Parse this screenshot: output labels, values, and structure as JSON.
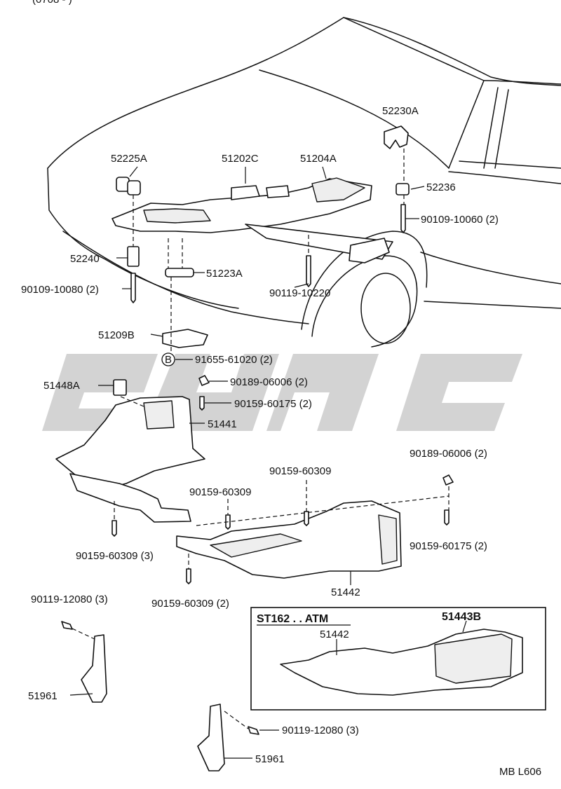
{
  "diagram": {
    "header_fragment": "(0708 -      )",
    "drawing_code": "MB L606",
    "inset_title": "ST162 . . ATM",
    "callout_symbol": "B",
    "labels": {
      "p52230A": "52230A",
      "p52225A": "52225A",
      "p51202C": "51202C",
      "p51204A": "51204A",
      "p52236": "52236",
      "p90109_10060": "90109-10060 (2)",
      "p52240": "52240",
      "p51223A": "51223A",
      "p90109_10080": "90109-10080 (2)",
      "p90119_10220": "90119-10220",
      "p51209B": "51209B",
      "p91655_61020": "91655-61020 (2)",
      "p51448A": "51448A",
      "p90189_06006a": "90189-06006 (2)",
      "p90159_60175a": "90159-60175 (2)",
      "p51441": "51441",
      "p90189_06006b": "90189-06006 (2)",
      "p90159_60309a": "90159-60309",
      "p90159_60309b": "90159-60309",
      "p90159_60309c": "90159-60309 (3)",
      "p90159_60175b": "90159-60175 (2)",
      "p51442": "51442",
      "p90119_12080a": "90119-12080 (3)",
      "p90159_60309d": "90159-60309 (2)",
      "p51442_inset": "51442",
      "p51443B": "51443B",
      "p51961a": "51961",
      "p90119_12080b": "90119-12080 (3)",
      "p51961b": "51961"
    }
  }
}
